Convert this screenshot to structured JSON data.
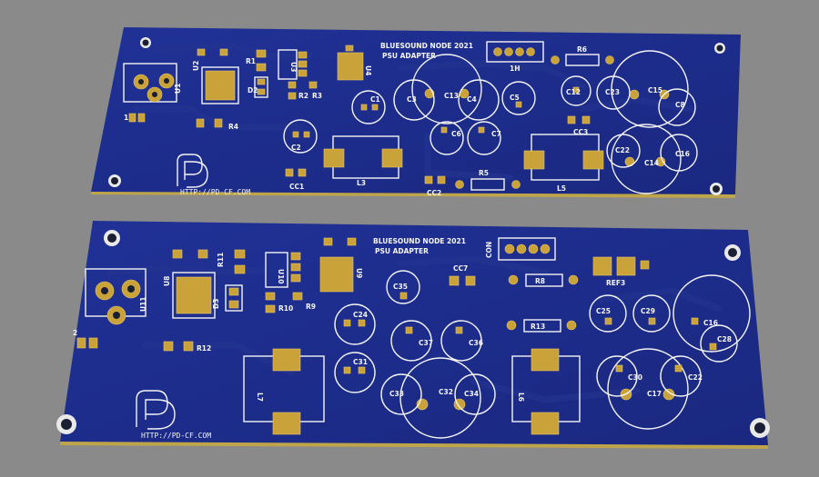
{
  "boards": [
    {
      "title_line1": "BLUESOUND NODE 2021",
      "title_line2": "PSU ADAPTER",
      "url": "HTTP://PD-CF.COM",
      "labels": {
        "u1": "U1",
        "u2": "U2",
        "u3": "U3",
        "u4": "U4",
        "r1": "R1",
        "r2": "R2",
        "r3": "R3",
        "r4": "R4",
        "r5": "R5",
        "r6": "R6",
        "d1": "1",
        "d2": "D2",
        "c1": "C1",
        "c2": "C2",
        "c3": "C3",
        "c4": "C4",
        "c5": "C5",
        "c6": "C6",
        "c7": "C7",
        "c12": "C12",
        "c13": "C13",
        "c14": "C14",
        "c15": "C15",
        "c16": "C16",
        "c22": "C22",
        "c23": "C23",
        "c8": "C8",
        "cc1": "CC1",
        "cc2": "CC2",
        "cc3": "CC3",
        "l3": "L3",
        "l5": "L5",
        "h1": "1H"
      }
    },
    {
      "title_line1": "BLUESOUND NODE 2021",
      "title_line2": "PSU ADAPTER",
      "url": "HTTP://PD-CF.COM",
      "labels": {
        "u8": "U8",
        "u9": "U9",
        "u10": "U10",
        "u11": "U11",
        "r8": "R8",
        "r9": "R9",
        "r10": "R10",
        "r11": "R11",
        "r12": "R12",
        "r13": "R13",
        "d2": "2",
        "d3": "D3",
        "c16": "C16",
        "c17": "C17",
        "c22": "C22",
        "c24": "C24",
        "c25": "C25",
        "c28": "C28",
        "c29": "C29",
        "c30": "C30",
        "c31": "C31",
        "c32": "C32",
        "c33": "C33",
        "c34": "C34",
        "c35": "C35",
        "c36": "C36",
        "c37": "C37",
        "cc7": "CC7",
        "ref3": "REF3",
        "con": "CON",
        "l6": "L6",
        "l7": "L7"
      }
    }
  ],
  "colors": {
    "background": "#8a8a8a",
    "board": "#1d2c8c",
    "pad": "#c9a23a",
    "silkscreen": "#f4f4f4",
    "board_edge": "#bfa54a"
  }
}
